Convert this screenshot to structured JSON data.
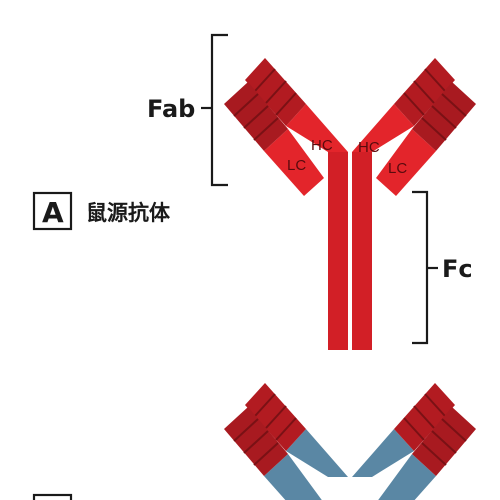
{
  "labels": {
    "fab": "Fab",
    "fc": "Fc",
    "panel_letter": "A",
    "panel_title": "鼠源抗体",
    "heavy_chain": "HC",
    "light_chain": "LC"
  },
  "colors": {
    "background": "#ffffff",
    "red_light": "#e3252b",
    "red_mid": "#d21f26",
    "red_dark": "#8e1519",
    "red_variable": "#b21b21",
    "blue": "#5a87a4",
    "blue_dark": "#43708d",
    "bracket": "#1a1a1a",
    "label_text": "#1a1a1a",
    "chain_text": "#5a0a0d"
  }
}
